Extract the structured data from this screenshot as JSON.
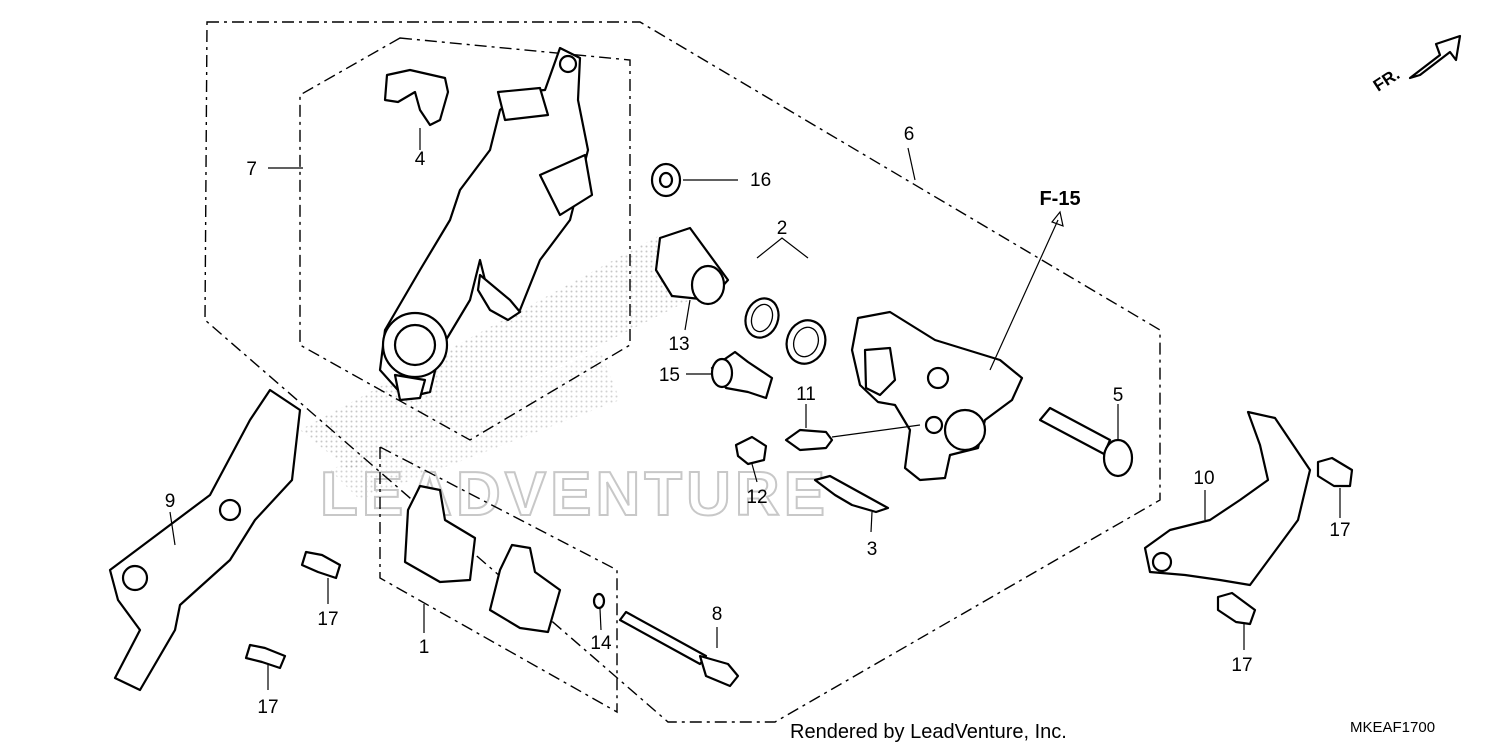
{
  "diagram": {
    "callouts": {
      "p1": "1",
      "p2": "2",
      "p3": "3",
      "p4": "4",
      "p5": "5",
      "p6": "6",
      "p7": "7",
      "p8": "8",
      "p9": "9",
      "p10": "10",
      "p11": "11",
      "p12": "12",
      "p13": "13",
      "p14": "14",
      "p15": "15",
      "p16": "16",
      "p17a": "17",
      "p17b": "17",
      "p17c": "17",
      "p17d": "17"
    },
    "reference": "F-15",
    "front_marker": "FR.",
    "watermark": "LEADVENTURE",
    "credit": "Rendered by LeadVenture, Inc.",
    "diagram_code": "MKEAF1700"
  }
}
